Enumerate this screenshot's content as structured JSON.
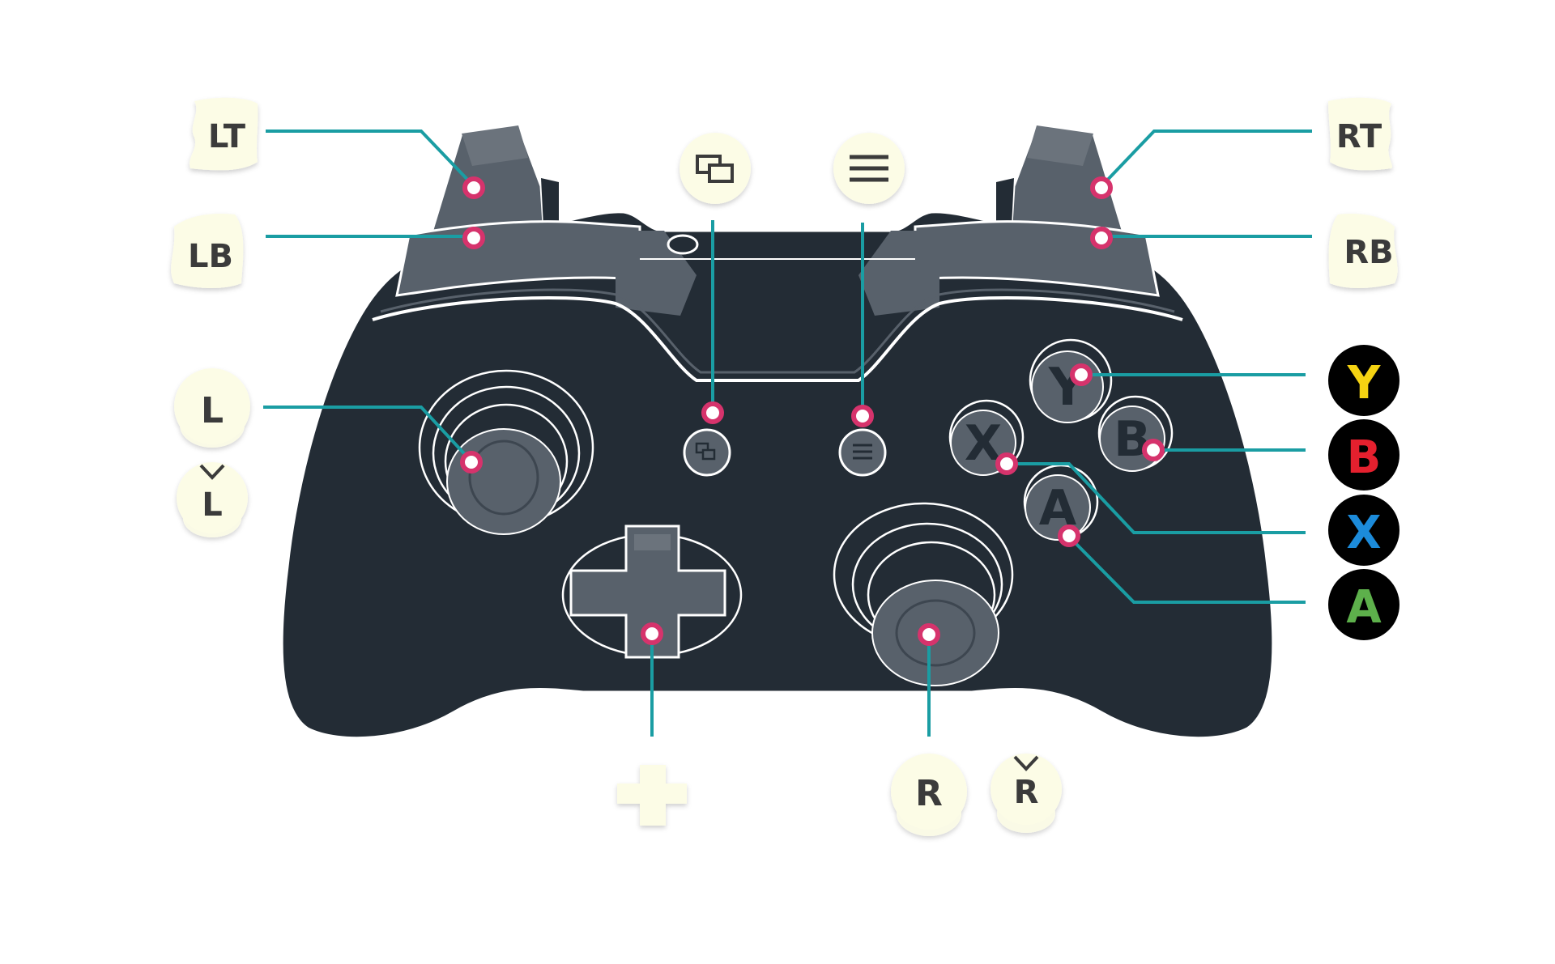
{
  "diagram": {
    "labels": {
      "left_trigger": "LT",
      "left_bumper": "LB",
      "right_trigger": "RT",
      "right_bumper": "RB",
      "left_stick": "L",
      "left_stick_click": "L",
      "right_stick": "R",
      "right_stick_click": "R"
    },
    "face_buttons": [
      {
        "letter": "Y",
        "color": "#F5D312"
      },
      {
        "letter": "B",
        "color": "#E5202E"
      },
      {
        "letter": "X",
        "color": "#1C8BDA"
      },
      {
        "letter": "A",
        "color": "#5DB04B"
      }
    ],
    "controller_button_letters": {
      "y": "Y",
      "b": "B",
      "x": "X",
      "a": "A"
    },
    "icons": {
      "view": "view-icon",
      "menu": "menu-icon",
      "dpad": "dpad-icon"
    },
    "colors": {
      "body": "#232C35",
      "trim": "#58616B",
      "callout_line": "#1A9DA3",
      "marker": "#D6336C",
      "label_badge": "#FCFCE6",
      "label_text": "#3A3A3A",
      "face_badge": "#000000"
    }
  }
}
